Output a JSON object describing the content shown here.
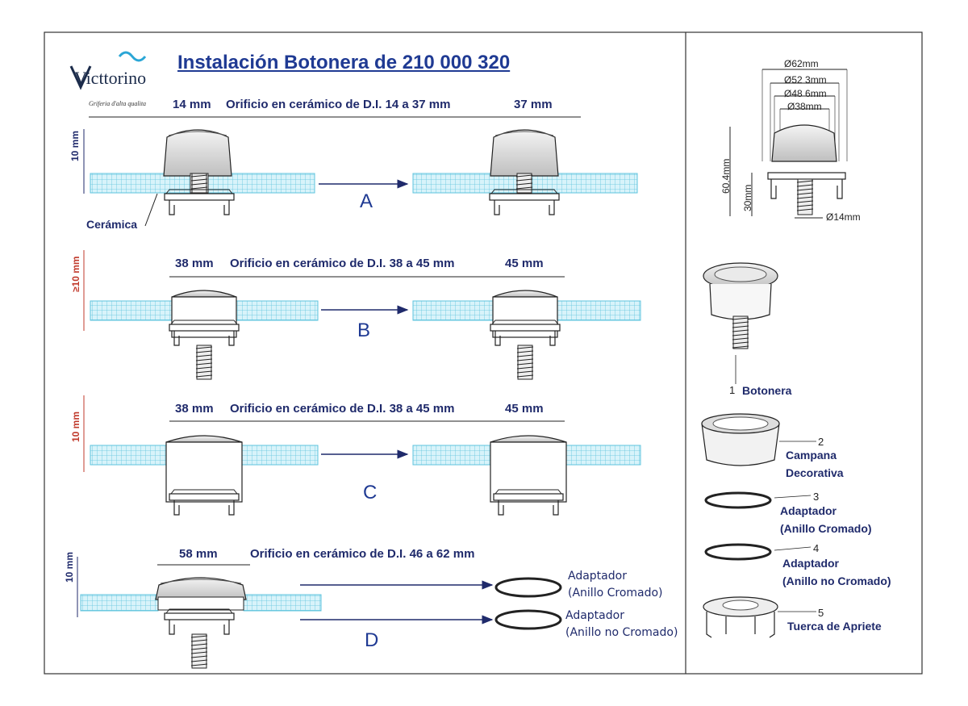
{
  "header": {
    "brand": "Victtorino",
    "tagline": "Griferia d'alta qualita",
    "title": "Instalación Botonera de 210 000 320"
  },
  "rows": [
    {
      "letter": "A",
      "left_dim": "14 mm",
      "desc": "Orificio en cerámico de D.I. 14 a 37 mm",
      "right_dim": "37 mm",
      "thickness": "10 mm",
      "ceramic_label": "Cerámica"
    },
    {
      "letter": "B",
      "left_dim": "38 mm",
      "desc": "Orificio en cerámico de D.I. 38 a 45 mm",
      "right_dim": "45 mm",
      "thickness": "≥10 mm"
    },
    {
      "letter": "C",
      "left_dim": "38 mm",
      "desc": "Orificio en cerámico de D.I. 38 a 45 mm",
      "right_dim": "45 mm",
      "thickness": "10 mm"
    },
    {
      "letter": "D",
      "left_dim": "58 mm",
      "desc": "Orificio en cerámico de D.I. 46 a 62 mm",
      "thickness": "10 mm",
      "adapter1": [
        "Adaptador",
        "(Anillo Cromado)"
      ],
      "adapter2": [
        "Adaptador",
        "(Anillo no Cromado)"
      ]
    }
  ],
  "spec": {
    "d62": "Ø62mm",
    "d52": "Ø52 3mm",
    "d48": "Ø48 6mm",
    "d38": "Ø38mm",
    "h60": "60.4mm",
    "h30": "30mm",
    "d14": "Ø14mm"
  },
  "parts": [
    {
      "num": "1",
      "label": [
        "Botonera"
      ]
    },
    {
      "num": "2",
      "label": [
        "Campana",
        "Decorativa"
      ]
    },
    {
      "num": "3",
      "label": [
        "Adaptador",
        "(Anillo Cromado)"
      ]
    },
    {
      "num": "4",
      "label": [
        "Adaptador",
        "(Anillo no Cromado)"
      ]
    },
    {
      "num": "5",
      "label": [
        "Tuerca de Apriete"
      ]
    }
  ],
  "colors": {
    "navy": "#1f2a6b",
    "title": "#1f3a93",
    "ceramic": "#7ad3e8",
    "red": "#c0392b"
  }
}
